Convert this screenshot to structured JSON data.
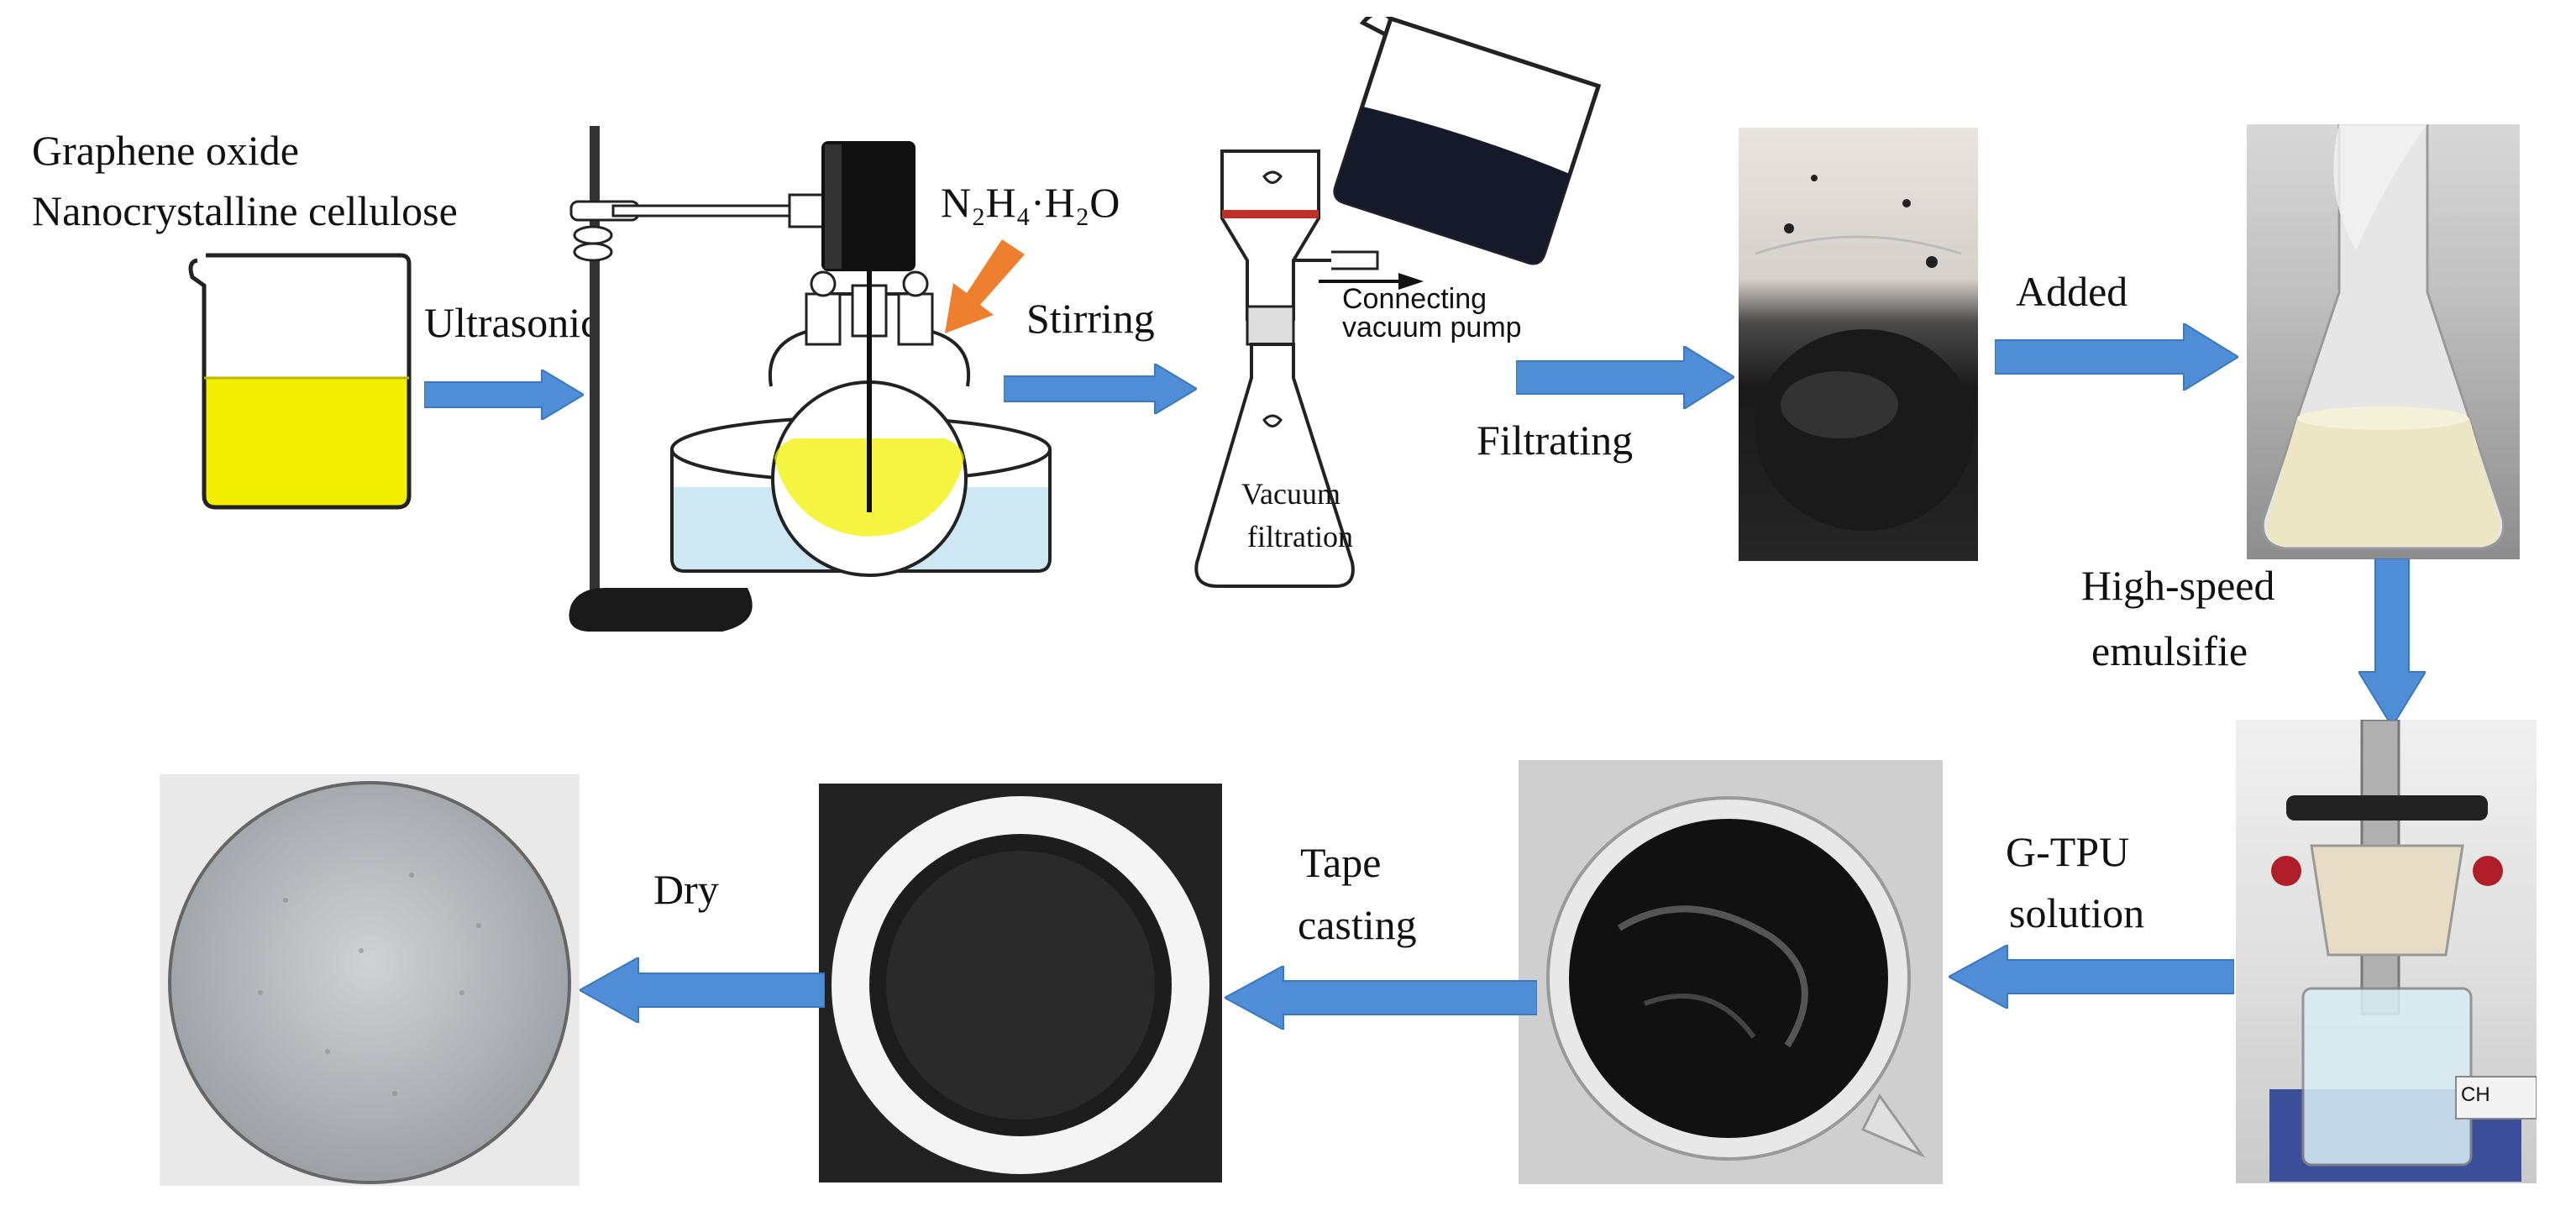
{
  "labels": {
    "graphene_oxide": "Graphene oxide",
    "nanocrystalline_cellulose": "Nanocrystalline cellulose",
    "ultrasonic": "Ultrasonic",
    "reagent_formula": "N₂H₄·H₂O",
    "stirring": "Stirring",
    "connecting": "Connecting",
    "vacuum_pump": "vacuum pump",
    "vacuum": "Vacuum",
    "filtration": "filtration",
    "filtrating": "Filtrating",
    "added": "Added",
    "high_speed": "High-speed",
    "emulsifie": "emulsifie",
    "gtpu": "G-TPU",
    "solution": "solution",
    "tape": "Tape",
    "casting": "casting",
    "dry": "Dry"
  },
  "photo_overlay": {
    "input_method": "CH"
  },
  "colors": {
    "arrow": "#4f8ed6",
    "arrow_edge": "#3a78c0",
    "reagent_arrow": "#ee7f2f",
    "yellow_solution": "#f2f000",
    "water": "#c8e6f2",
    "black_product": "#1a1a1a",
    "cream_mixture": "#ece6c4",
    "film": "#b8bcc0"
  }
}
